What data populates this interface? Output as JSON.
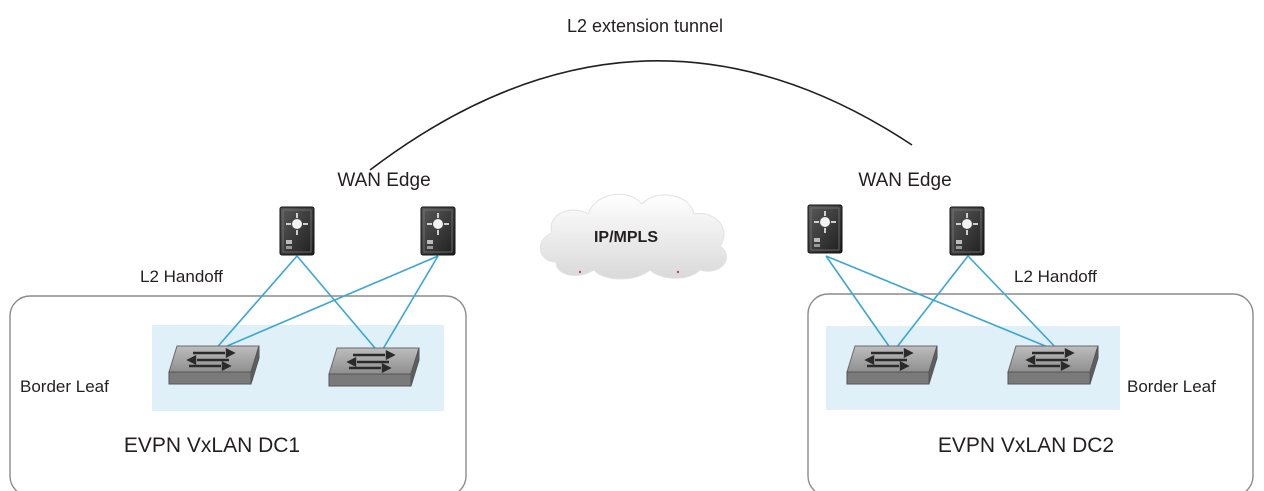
{
  "diagram": {
    "tunnel_label": "L2 extension tunnel",
    "cloud_label": "IP/MPLS",
    "dc1": {
      "wan_edge_label": "WAN Edge",
      "handoff_label": "L2 Handoff",
      "border_leaf_label": "Border Leaf",
      "dc_label": "EVPN VxLAN DC1"
    },
    "dc2": {
      "wan_edge_label": "WAN Edge",
      "handoff_label": "L2 Handoff",
      "border_leaf_label": "Border Leaf",
      "dc_label": "EVPN VxLAN DC2"
    },
    "colors": {
      "link": "#3aa6d4",
      "leaf_zone": "#dff0f9",
      "dc_border": "#8c8c8c",
      "router_body": "#3d3d3d",
      "switch_body": "#8a8a8a",
      "tunnel": "#231f20"
    },
    "icons": [
      "router-icon",
      "switch-icon",
      "cloud-icon"
    ]
  }
}
